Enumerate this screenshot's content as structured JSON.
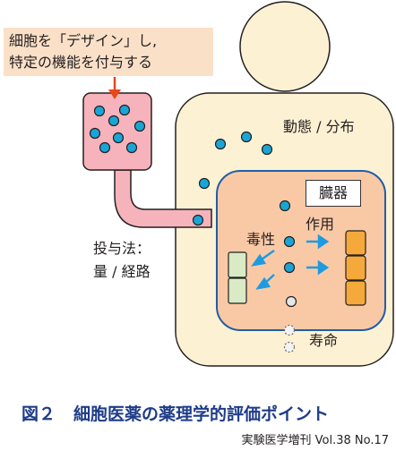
{
  "callout": {
    "line1": "細胞を「デザイン」し,",
    "line2": "特定の機能を付与する"
  },
  "labels": {
    "kinetics": "動態 / 分布",
    "organ": "臓器",
    "toxicity": "毒性",
    "action": "作用",
    "dosing_line1": "投与法：",
    "dosing_line2": "量 / 経路",
    "lifespan": "寿命"
  },
  "caption": {
    "figure_number": "図２",
    "title": "細胞医薬の薬理学的評価ポイント"
  },
  "source": "実験医学増刊 Vol.38 No.17",
  "colors": {
    "body_fill": "#fdf1d3",
    "organ_fill": "#f9c9a6",
    "organ_border": "#1f5ea8",
    "syringe_fill": "#f6b3bb",
    "cell_fill": "#19a6d6",
    "arrow_blue": "#1e9be0",
    "arrow_orange": "#e8461c",
    "toxic_box_fill": "#d9ebc5",
    "action_box_fill": "#f5a93a",
    "caption_color": "#1f3c88"
  }
}
